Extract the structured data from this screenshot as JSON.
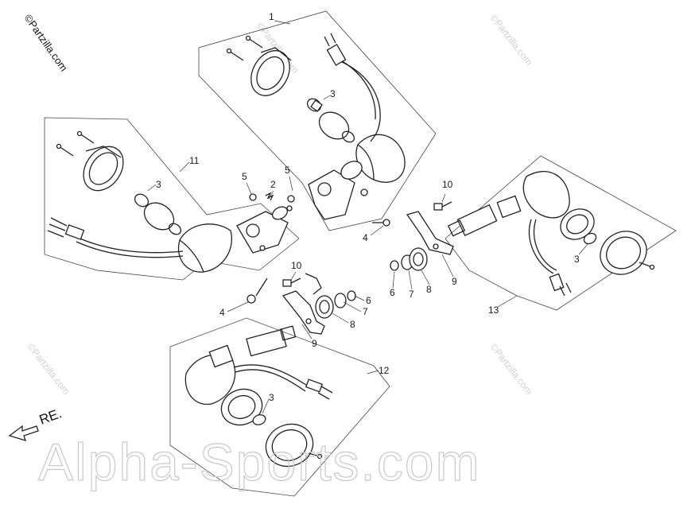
{
  "corner_watermark": "©Partzilla.com",
  "faint_watermark": "©Partzilla.com",
  "big_watermark": "Alpha-Sports.com",
  "direction_label": "RE.",
  "callouts": [
    "1",
    "2",
    "3",
    "4",
    "5",
    "6",
    "7",
    "8",
    "9",
    "10",
    "11",
    "12",
    "13"
  ]
}
